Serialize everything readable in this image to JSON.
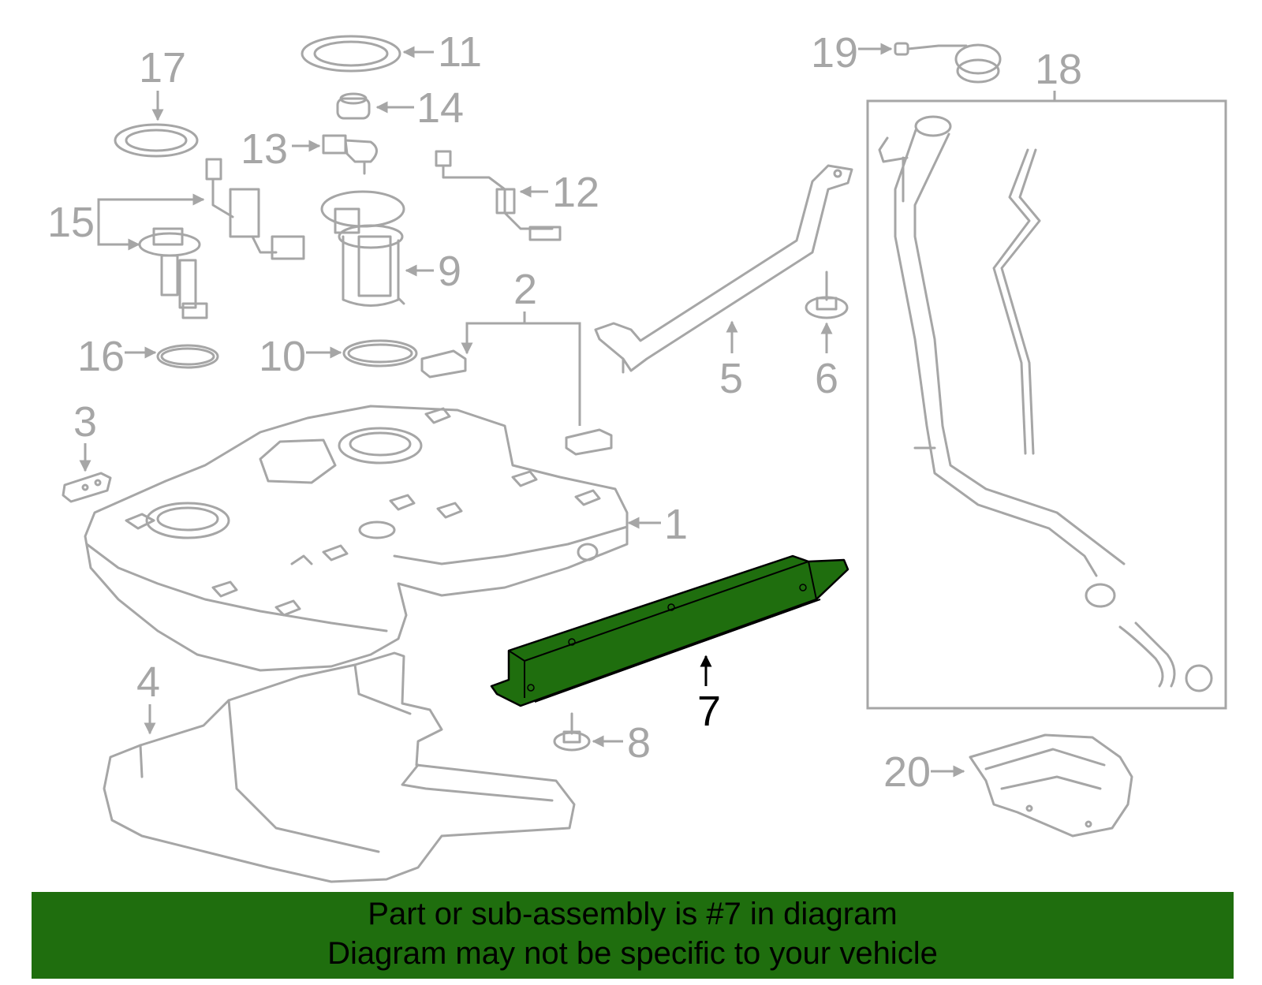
{
  "callouts": {
    "c1": "1",
    "c2": "2",
    "c3": "3",
    "c4": "4",
    "c5": "5",
    "c6": "6",
    "c7": "7",
    "c8": "8",
    "c9": "9",
    "c10": "10",
    "c11": "11",
    "c12": "12",
    "c13": "13",
    "c14": "14",
    "c15": "15",
    "c16": "16",
    "c17": "17",
    "c18": "18",
    "c19": "19",
    "c20": "20"
  },
  "highlighted_part": "7",
  "colors": {
    "highlight": "#1f6e0e",
    "linework": "#a6a6a6",
    "banner": "#1f6e0e"
  },
  "banner": {
    "line1": "Part or sub-assembly is #7 in diagram",
    "line2": "Diagram may not be specific to your vehicle"
  }
}
